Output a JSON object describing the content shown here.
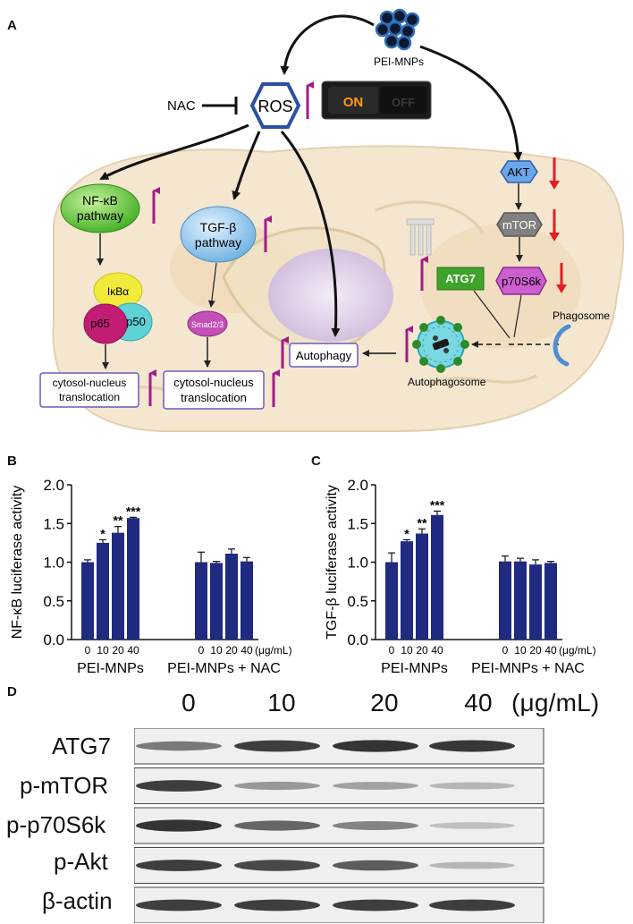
{
  "panels": {
    "a": "A",
    "b": "B",
    "c": "C",
    "d": "D"
  },
  "pathway": {
    "pei_mnps": "PEI-MNPs",
    "nac": "NAC",
    "ros": "ROS",
    "switch_on": "ON",
    "switch_off": "OFF",
    "nfkb": "NF-κB",
    "nfkb_line2": "pathway",
    "tgfb": "TGF-β",
    "tgfb_line2": "pathway",
    "ikba": "IκBα",
    "p65": "p65",
    "p50": "p50",
    "smad": "Smad2/3",
    "translocation_line1": "cytosol-nucleus",
    "translocation_line2": "translocation",
    "autophagy": "Autophagy",
    "autophagosome": "Autophagosome",
    "phagosome": "Phagosome",
    "akt": "AKT",
    "mtor": "mTOR",
    "p70s6k": "p70S6k",
    "atg7": "ATG7"
  },
  "chart_data": [
    {
      "type": "bar",
      "ylabel": "NF-κB luciferase activity",
      "ylim": [
        0,
        2.0
      ],
      "yticks": [
        "0.0",
        "0.5",
        "1.0",
        "1.5",
        "2.0"
      ],
      "groups": [
        {
          "label": "PEI-MNPs",
          "categories": [
            "0",
            "10",
            "20",
            "40"
          ],
          "values": [
            1.0,
            1.25,
            1.38,
            1.57
          ],
          "errors": [
            0.03,
            0.04,
            0.08,
            0.01
          ],
          "stars": [
            "",
            "*",
            "**",
            "***"
          ]
        },
        {
          "label": "PEI-MNPs + NAC",
          "categories": [
            "0",
            "10",
            "20",
            "40"
          ],
          "values": [
            1.0,
            0.99,
            1.11,
            1.01
          ],
          "errors": [
            0.13,
            0.02,
            0.06,
            0.05
          ],
          "stars": [
            "",
            "",
            "",
            ""
          ]
        }
      ],
      "unit": "(μg/mL)",
      "color": "#1f2a80"
    },
    {
      "type": "bar",
      "ylabel": "TGF-β luciferase activity",
      "ylim": [
        0,
        2.0
      ],
      "yticks": [
        "0.0",
        "0.5",
        "1.0",
        "1.5",
        "2.0"
      ],
      "groups": [
        {
          "label": "PEI-MNPs",
          "categories": [
            "0",
            "10",
            "20",
            "40"
          ],
          "values": [
            1.0,
            1.27,
            1.37,
            1.61
          ],
          "errors": [
            0.12,
            0.02,
            0.06,
            0.05
          ],
          "stars": [
            "",
            "*",
            "**",
            "***"
          ]
        },
        {
          "label": "PEI-MNPs + NAC",
          "categories": [
            "0",
            "10",
            "20",
            "40"
          ],
          "values": [
            1.01,
            1.01,
            0.97,
            0.99
          ],
          "errors": [
            0.07,
            0.04,
            0.06,
            0.02
          ],
          "stars": [
            "",
            "",
            "",
            ""
          ]
        }
      ],
      "unit": "(μg/mL)",
      "color": "#1f2a80"
    }
  ],
  "western": {
    "lanes": [
      "0",
      "10",
      "20",
      "40"
    ],
    "unit": "(μg/mL)",
    "rows": [
      {
        "label": "ATG7",
        "intensity": [
          0.55,
          0.85,
          0.9,
          0.88
        ]
      },
      {
        "label": "p-mTOR",
        "intensity": [
          0.85,
          0.4,
          0.35,
          0.25
        ]
      },
      {
        "label": "p-p70S6k",
        "intensity": [
          0.9,
          0.65,
          0.5,
          0.2
        ]
      },
      {
        "label": "p-Akt",
        "intensity": [
          0.85,
          0.8,
          0.7,
          0.25
        ]
      },
      {
        "label": "β-actin",
        "intensity": [
          0.85,
          0.85,
          0.85,
          0.85
        ]
      }
    ]
  }
}
